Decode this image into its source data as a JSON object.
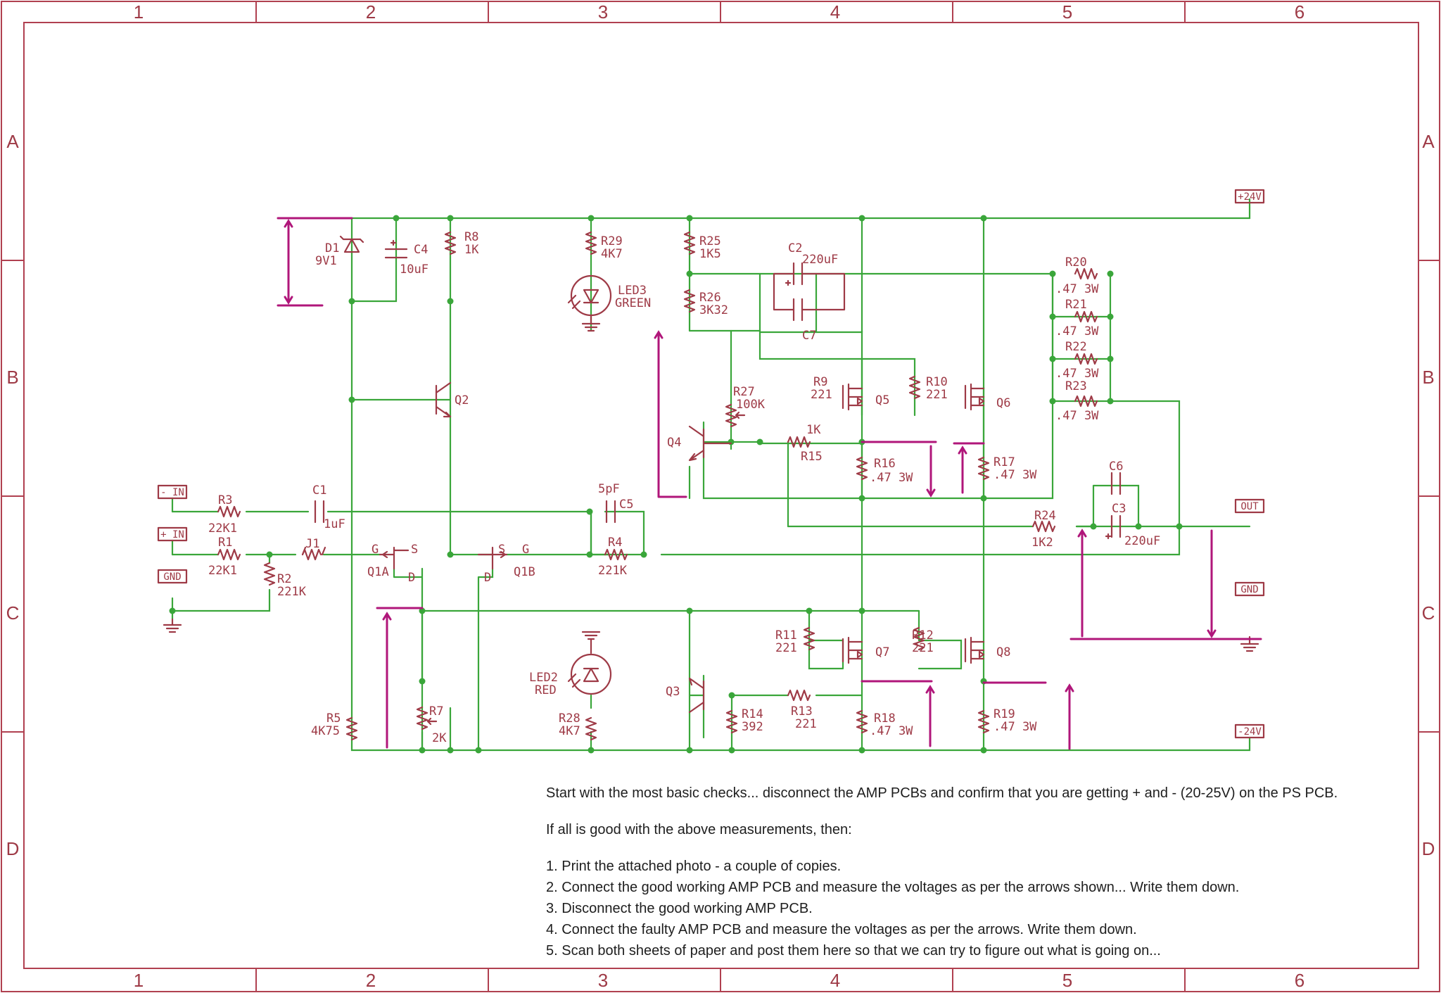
{
  "zones": {
    "columns": [
      "1",
      "2",
      "3",
      "4",
      "5",
      "6"
    ],
    "rows": [
      "A",
      "B",
      "C",
      "D"
    ]
  },
  "ports": {
    "vplus": "+24V",
    "vminus": "-24V",
    "out": "OUT",
    "gnd_right": "GND",
    "in_minus": "- IN",
    "in_plus": "+ IN",
    "gnd_left": "GND"
  },
  "components": {
    "D1": [
      "D1",
      "9V1"
    ],
    "C4": [
      "C4",
      "10uF"
    ],
    "R8": [
      "R8",
      "1K"
    ],
    "R29": [
      "R29",
      "4K7"
    ],
    "LED3": [
      "LED3",
      "GREEN"
    ],
    "R25": [
      "R25",
      "1K5"
    ],
    "R26": [
      "R26",
      "3K32"
    ],
    "C2": [
      "C2",
      "220uF"
    ],
    "C7": [
      "C7"
    ],
    "Q2": [
      "Q2"
    ],
    "R27": [
      "R27",
      "100K"
    ],
    "Q4": [
      "Q4"
    ],
    "R9": [
      "R9",
      "221"
    ],
    "Q5": [
      "Q5"
    ],
    "R10": [
      "R10",
      "221"
    ],
    "Q6": [
      "Q6"
    ],
    "R15": [
      "1K",
      "R15"
    ],
    "R16": [
      "R16",
      ".47 3W"
    ],
    "R17": [
      "R17",
      ".47 3W"
    ],
    "R20": [
      "R20",
      ".47 3W"
    ],
    "R21": [
      "R21",
      ".47 3W"
    ],
    "R22": [
      "R22",
      ".47 3W"
    ],
    "R23": [
      "R23",
      ".47 3W"
    ],
    "R3": [
      "R3",
      "22K1"
    ],
    "C1": [
      "C1",
      "1uF"
    ],
    "R1": [
      "R1",
      "22K1"
    ],
    "J1": [
      "J1"
    ],
    "R2": [
      "R2",
      "221K"
    ],
    "Q1A": [
      "Q1A",
      "G",
      "S",
      "D"
    ],
    "Q1B": [
      "Q1B",
      "S",
      "G",
      "D"
    ],
    "C5": [
      "5pF",
      "C5"
    ],
    "R4": [
      "R4",
      "221K"
    ],
    "C6": [
      "C6"
    ],
    "C3": [
      "C3",
      "220uF"
    ],
    "R24": [
      "R24",
      "1K2"
    ],
    "R11": [
      "R11",
      "221"
    ],
    "Q7": [
      "Q7"
    ],
    "R12": [
      "R12",
      "221"
    ],
    "Q8": [
      "Q8"
    ],
    "LED2": [
      "LED2",
      "RED"
    ],
    "R28": [
      "R28",
      "4K7"
    ],
    "Q3": [
      "Q3"
    ],
    "R14": [
      "R14",
      "392"
    ],
    "R13": [
      "R13",
      "221"
    ],
    "R18": [
      "R18",
      ".47 3W"
    ],
    "R19": [
      "R19",
      ".47 3W"
    ],
    "R5": [
      "R5",
      "4K75"
    ],
    "R7": [
      "R7",
      "2K"
    ]
  },
  "notes": {
    "intro": "Start with the most basic checks... disconnect the AMP PCBs and confirm that you are getting + and - (20-25V) on the PS PCB.",
    "condition": "If all is good with the above measurements, then:",
    "steps": [
      "1. Print the attached photo - a couple of copies.",
      "2. Connect the good working AMP PCB and measure the voltages as per the arrows shown... Write them down.",
      "3. Disconnect the good working AMP PCB.",
      "4. Connect the faulty AMP PCB and measure the voltages as per the arrows. Write them down.",
      "5. Scan both sheets of paper and post them here so that we can try to figure out what is going on..."
    ]
  },
  "colors": {
    "wire": "#3aa63a",
    "part": "#9e3a46",
    "marker": "#b0167a",
    "frame": "#b04050",
    "text": "#1e1e1e"
  }
}
